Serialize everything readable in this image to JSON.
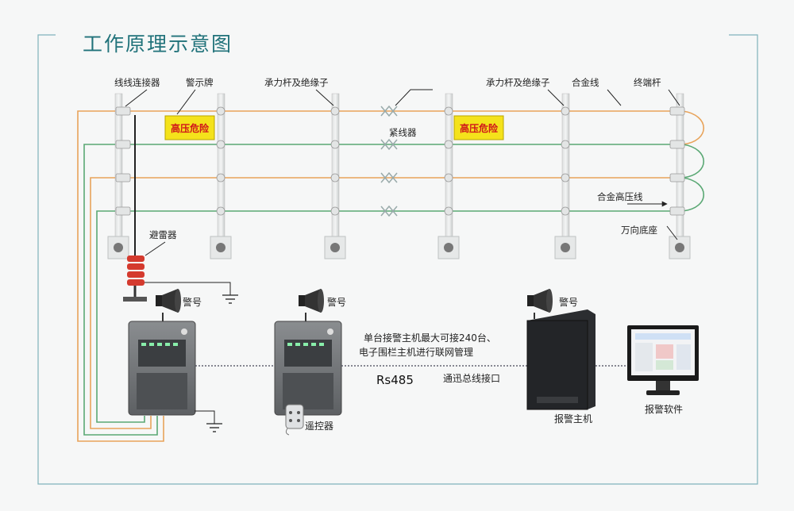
{
  "title": "工作原理示意图",
  "labels": {
    "wire_connector": "线线连接器",
    "warning_sign": "警示牌",
    "pole_insulator_1": "承力杆及绝缘子",
    "tensioner": "紧线器",
    "pole_insulator_2": "承力杆及绝缘子",
    "alloy_wire": "合金线",
    "end_pole": "终端杆",
    "alloy_hv_wire": "合金高压线",
    "universal_base": "万向底座",
    "lightning_arrester": "避雷器",
    "horn_1": "警号",
    "horn_2": "警号",
    "horn_3": "警号",
    "remote": "遥控器",
    "rs485": "Rs485",
    "bus_interface": "通迅总线接口",
    "network_note_1": "单台接警主机最大可接240台、",
    "network_note_2": "电子围栏主机进行联网管理",
    "alarm_host": "报警主机",
    "alarm_software": "报警软件"
  },
  "signs": [
    "高压危险",
    "高压危险"
  ],
  "colors": {
    "title": "#20727a",
    "frame": "#7fb2bb",
    "wire_orange": "#e8a35a",
    "wire_green": "#5aa874",
    "sign_bg": "#f4e21b",
    "sign_text": "#d0151a",
    "arrester": "#d43a2e"
  }
}
